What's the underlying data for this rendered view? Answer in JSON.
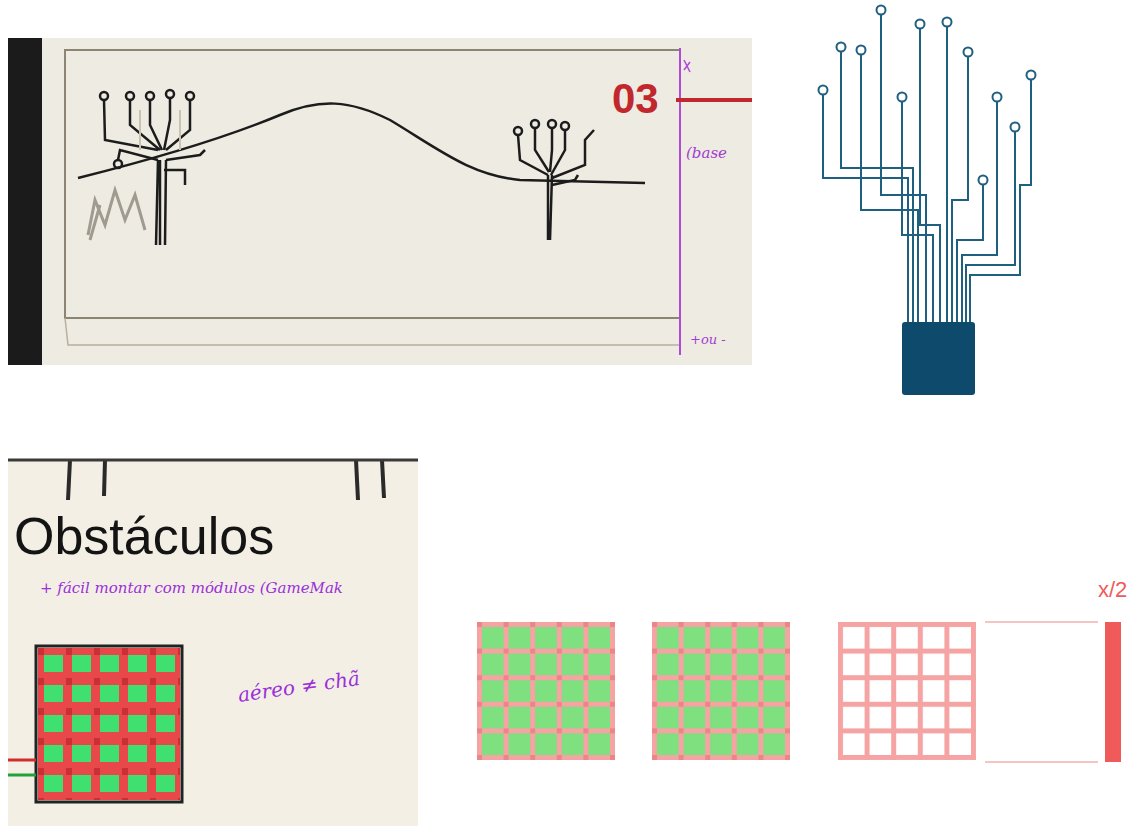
{
  "diagram": {
    "labels": [
      "03",
      "(base",
      "+ou -",
      "Obstáculos",
      "+ fácil montar com módulos (GameMak",
      "aéreo ≠ chã",
      "x/2"
    ]
  }
}
